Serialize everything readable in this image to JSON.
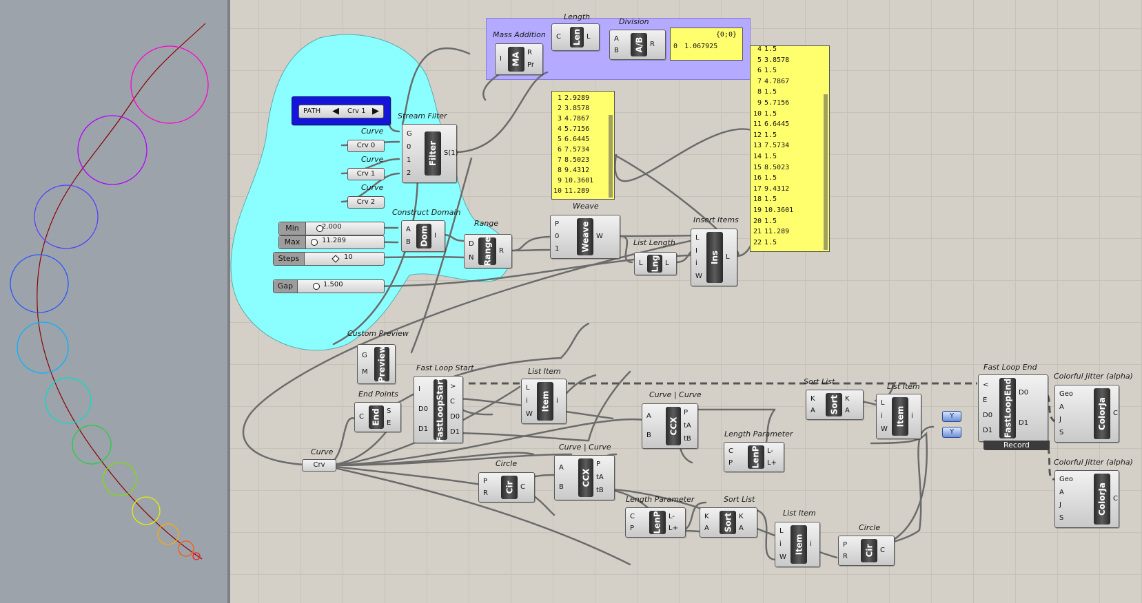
{
  "viewport": {
    "label": "Rhino viewport"
  },
  "groups": {
    "mass_addition_group": {
      "color": "#b4aaff"
    },
    "input_blob": {
      "color": "#8bffff"
    }
  },
  "path_mapper": {
    "label": "PATH",
    "value": "Crv 1"
  },
  "curve_params": [
    {
      "title": "Curve",
      "value": "Crv 0"
    },
    {
      "title": "Curve",
      "value": "Crv 1"
    },
    {
      "title": "Curve",
      "value": "Crv 2"
    }
  ],
  "curve_main": {
    "title": "Curve",
    "value": "Crv"
  },
  "sliders": {
    "min": {
      "label": "Min",
      "value": "2.000"
    },
    "max": {
      "label": "Max",
      "value": "11.289"
    },
    "steps": {
      "label": "Steps",
      "value": "10"
    },
    "gap": {
      "label": "Gap",
      "value": "1.500"
    }
  },
  "components": {
    "stream_filter": {
      "title": "Stream Filter",
      "core": "Filter",
      "in": [
        "G",
        "0",
        "1",
        "2"
      ],
      "out": [
        "S(1)"
      ]
    },
    "construct_domain": {
      "title": "Construct Domain",
      "core": "Dom",
      "in": [
        "A",
        "B"
      ],
      "out": [
        "I"
      ]
    },
    "range": {
      "title": "Range",
      "core": "Range",
      "in": [
        "D",
        "N"
      ],
      "out": [
        "R"
      ]
    },
    "weave": {
      "title": "Weave",
      "core": "Weave",
      "in": [
        "P",
        "0",
        "1"
      ],
      "out": [
        "W"
      ]
    },
    "list_length": {
      "title": "List Length",
      "core": "Lng",
      "in": [
        "L"
      ],
      "out": [
        "L"
      ]
    },
    "insert_items": {
      "title": "Insert Items",
      "core": "Ins",
      "in": [
        "L",
        "I",
        "i",
        "W"
      ],
      "out": [
        "L"
      ]
    },
    "mass_addition": {
      "title": "Mass Addition",
      "core": "MA",
      "in": [
        "I"
      ],
      "out": [
        "R",
        "Pr"
      ]
    },
    "length": {
      "title": "Length",
      "core": "Len",
      "in": [
        "C"
      ],
      "out": [
        "L"
      ]
    },
    "division": {
      "title": "Division",
      "core": "A/B",
      "in": [
        "A",
        "B"
      ],
      "out": [
        "R"
      ]
    },
    "custom_preview": {
      "title": "Custom Preview",
      "core": "Preview",
      "in": [
        "G",
        "M"
      ]
    },
    "end_points": {
      "title": "End Points",
      "core": "End",
      "in": [
        "C"
      ],
      "out": [
        "S",
        "E"
      ]
    },
    "fast_loop_start": {
      "title": "Fast Loop Start",
      "core": "FastLoopStart",
      "in": [
        "I",
        "D0",
        "D1"
      ],
      "out": [
        ">",
        "C",
        "D0",
        "D1"
      ]
    },
    "list_item_1": {
      "title": "List Item",
      "core": "Item",
      "in": [
        "L",
        "i",
        "W"
      ],
      "out": [
        "i"
      ]
    },
    "ccx_1": {
      "title": "Curve | Curve",
      "core": "CCX",
      "in": [
        "A",
        "B"
      ],
      "out": [
        "P",
        "tA",
        "tB"
      ]
    },
    "sort_list_1": {
      "title": "Sort List",
      "core": "Sort",
      "in": [
        "K",
        "A"
      ],
      "out": [
        "K",
        "A"
      ]
    },
    "list_item_2": {
      "title": "List Item",
      "core": "Item",
      "in": [
        "L",
        "i",
        "W"
      ],
      "out": [
        "i"
      ]
    },
    "length_param_1": {
      "title": "Length Parameter",
      "core": "LenP",
      "in": [
        "C",
        "P"
      ],
      "out": [
        "L-",
        "L+"
      ]
    },
    "fast_loop_end": {
      "title": "Fast Loop End",
      "core": "FastLoopEnd",
      "in": [
        "<",
        "E",
        "D0",
        "D1"
      ],
      "out": [
        "D0",
        "D1"
      ],
      "button": "Record"
    },
    "color_jitter_1": {
      "title": "Colorful Jitter (alpha)",
      "core": "ColorJa",
      "in": [
        "Geo",
        "A",
        "J",
        "S"
      ],
      "out": [
        "C"
      ]
    },
    "color_jitter_2": {
      "title": "Colorful Jitter (alpha)",
      "core": "ColorJa",
      "in": [
        "Geo",
        "A",
        "J",
        "S"
      ],
      "out": [
        "C"
      ]
    },
    "circle_1": {
      "title": "Circle",
      "core": "Cir",
      "in": [
        "P",
        "R"
      ],
      "out": [
        "C"
      ]
    },
    "ccx_2": {
      "title": "Curve | Curve",
      "core": "CCX",
      "in": [
        "A",
        "B"
      ],
      "out": [
        "P",
        "tA",
        "tB"
      ]
    },
    "length_param_2": {
      "title": "Length Parameter",
      "core": "LenP",
      "in": [
        "C",
        "P"
      ],
      "out": [
        "L-",
        "L+"
      ]
    },
    "sort_list_2": {
      "title": "Sort List",
      "core": "Sort",
      "in": [
        "K",
        "A"
      ],
      "out": [
        "K",
        "A"
      ]
    },
    "list_item_3": {
      "title": "List Item",
      "core": "Item",
      "in": [
        "L",
        "i",
        "W"
      ],
      "out": [
        "i"
      ]
    },
    "circle_2": {
      "title": "Circle",
      "core": "Cir",
      "in": [
        "P",
        "R"
      ],
      "out": [
        "C"
      ]
    }
  },
  "panels": {
    "division_out": {
      "header": "{0;0}",
      "rows": [
        {
          "i": "0",
          "v": "1.067925"
        }
      ]
    },
    "range_list": {
      "rows": [
        {
          "i": "1",
          "v": "2.9289"
        },
        {
          "i": "2",
          "v": "3.8578"
        },
        {
          "i": "3",
          "v": "4.7867"
        },
        {
          "i": "4",
          "v": "5.7156"
        },
        {
          "i": "5",
          "v": "6.6445"
        },
        {
          "i": "6",
          "v": "7.5734"
        },
        {
          "i": "7",
          "v": "8.5023"
        },
        {
          "i": "8",
          "v": "9.4312"
        },
        {
          "i": "9",
          "v": "10.3601"
        },
        {
          "i": "10",
          "v": "11.289"
        }
      ]
    },
    "inserted_list": {
      "rows": [
        {
          "i": "4",
          "v": "1.5"
        },
        {
          "i": "5",
          "v": "3.8578"
        },
        {
          "i": "6",
          "v": "1.5"
        },
        {
          "i": "7",
          "v": "4.7867"
        },
        {
          "i": "8",
          "v": "1.5"
        },
        {
          "i": "9",
          "v": "5.7156"
        },
        {
          "i": "10",
          "v": "1.5"
        },
        {
          "i": "11",
          "v": "6.6445"
        },
        {
          "i": "12",
          "v": "1.5"
        },
        {
          "i": "13",
          "v": "7.5734"
        },
        {
          "i": "14",
          "v": "1.5"
        },
        {
          "i": "15",
          "v": "8.5023"
        },
        {
          "i": "16",
          "v": "1.5"
        },
        {
          "i": "17",
          "v": "9.4312"
        },
        {
          "i": "18",
          "v": "1.5"
        },
        {
          "i": "19",
          "v": "10.3601"
        },
        {
          "i": "20",
          "v": "1.5"
        },
        {
          "i": "21",
          "v": "11.289"
        },
        {
          "i": "22",
          "v": "1.5"
        }
      ]
    }
  }
}
